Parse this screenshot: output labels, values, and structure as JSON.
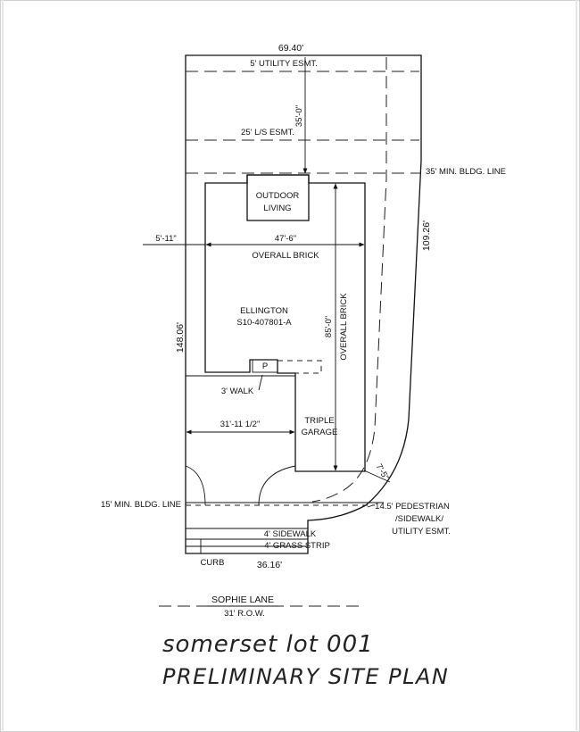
{
  "frontage_dim": "69.40'",
  "utility_esmt": "5' UTILITY ESMT.",
  "ls_esmt": "25' L/S ESMT.",
  "setback_35_dim": "35'-0\"",
  "min_bldg_line_35": "35' MIN. BLDG. LINE",
  "side_dim_right": "109.26'",
  "outdoor_living": [
    "OUTDOOR",
    "LIVING"
  ],
  "side_setback": "5'-11\"",
  "width_dim": "47'-6\"",
  "overall_brick_h": "OVERALL BRICK",
  "plan_name": "ELLINGTON",
  "plan_number": "S10-407801-A",
  "depth_dim": "85'-0\"",
  "overall_brick_v": "OVERALL BRICK",
  "side_dim_left": "148.06'",
  "porch_label": "P",
  "walk_label": "3' WALK",
  "driveway_dim": "31'-11 1/2\"",
  "garage": [
    "TRIPLE",
    "GARAGE"
  ],
  "corner_dim": "7'-5\"",
  "min_bldg_line_15": "15' MIN. BLDG. LINE",
  "pedestrian_esmt": [
    "14.5' PEDESTRIAN",
    "/SIDEWALK/",
    "UTILITY ESMT."
  ],
  "sidewalk": "4' SIDEWALK",
  "grass_strip": "4' GRASS STRIP",
  "curb": "CURB",
  "street_dim": "36.16'",
  "street_name": "SOPHIE LANE",
  "row": "31' R.O.W.",
  "title_line1": "somerset lot 001",
  "title_line2": "PRELIMINARY SITE PLAN"
}
